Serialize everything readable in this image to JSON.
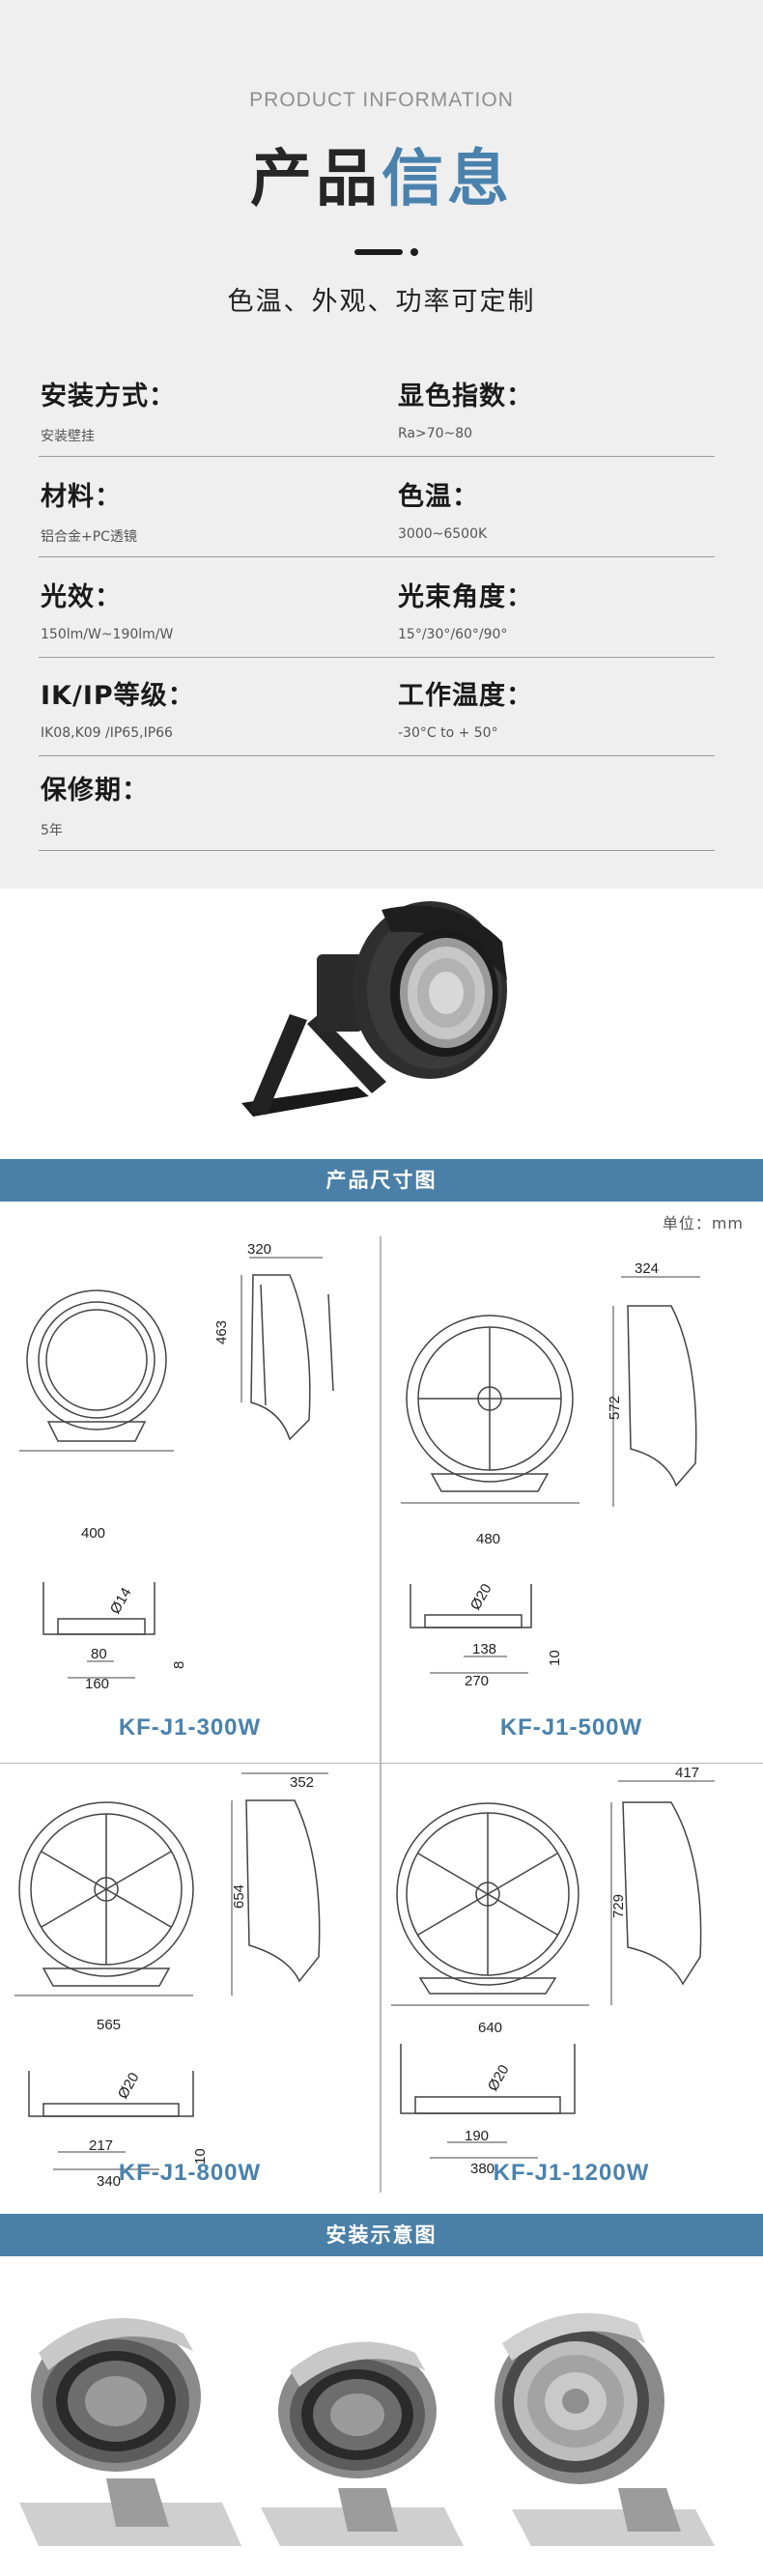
{
  "header": {
    "sup_title": "PRODUCT INFORMATION",
    "title_part1": "产品",
    "title_part2": "信息",
    "subtitle": "色温、外观、功率可定制"
  },
  "specs": [
    {
      "label": "安装方式：",
      "value": "安装壁挂"
    },
    {
      "label": "显色指数：",
      "value": "Ra>70~80"
    },
    {
      "label": "材料：",
      "value": "铝合金+PC透镜"
    },
    {
      "label": "色温：",
      "value": "3000~6500K"
    },
    {
      "label": "光效：",
      "value": "150lm/W~190lm/W"
    },
    {
      "label": "光束角度：",
      "value": "15°/30°/60°/90°"
    },
    {
      "label": "IK/IP等级：",
      "value": "IK08,K09  /IP65,IP66"
    },
    {
      "label": "工作温度：",
      "value": "-30°C to + 50°"
    },
    {
      "label": "保修期：",
      "value": "5年"
    }
  ],
  "dimensions_section": {
    "title": "产品尺寸图",
    "unit": "单位：mm",
    "models": [
      {
        "name": "KF-J1-300W",
        "width": "400",
        "depth": "320",
        "height": "463",
        "hole": "Ø14",
        "bracket_a": "80",
        "bracket_b": "160",
        "bracket_t": "8"
      },
      {
        "name": "KF-J1-500W",
        "width": "480",
        "depth": "324",
        "height": "572",
        "hole": "Ø20",
        "bracket_a": "138",
        "bracket_b": "270",
        "bracket_t": "10"
      },
      {
        "name": "KF-J1-800W",
        "width": "565",
        "depth": "352",
        "height": "654",
        "hole": "Ø20",
        "bracket_a": "217",
        "bracket_b": "340",
        "bracket_t": "10"
      },
      {
        "name": "KF-J1-1200W",
        "width": "640",
        "depth": "417",
        "height": "729",
        "hole": "Ø20",
        "bracket_a": "190",
        "bracket_b": "380",
        "bracket_t": ""
      }
    ]
  },
  "install_section": {
    "title": "安装示意图"
  },
  "colors": {
    "accent": "#4a82ad",
    "band": "#4a7fa8",
    "info_bg": "#efefef"
  }
}
